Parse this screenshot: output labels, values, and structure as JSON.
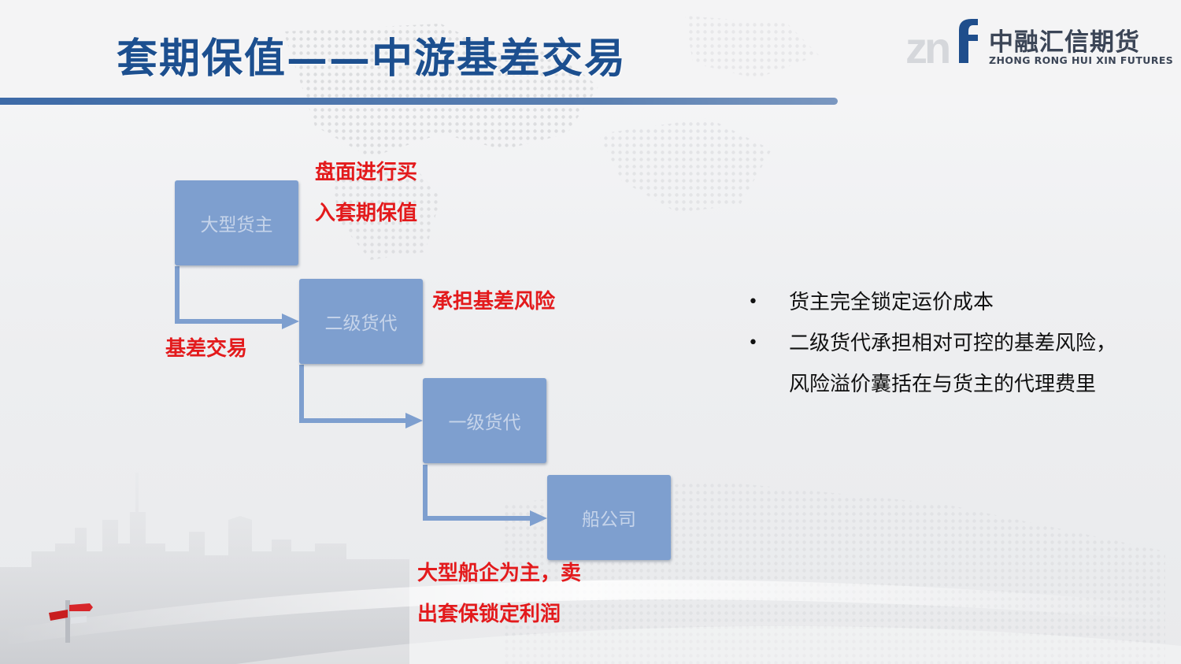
{
  "title": "套期保值——中游基差交易",
  "logo": {
    "name_cn": "中融汇信期货",
    "name_en": "ZHONG RONG HUI XIN FUTURES"
  },
  "flow": {
    "boxes": [
      "大型货主",
      "二级货代",
      "一级货代",
      "船公司"
    ],
    "notes": {
      "cargo_owner_line1": "盘面进行买",
      "cargo_owner_line2": "入套期保值",
      "basis_trade": "基差交易",
      "second_forwarder": "承担基差风险",
      "carrier_line1": "大型船企为主，卖",
      "carrier_line2": "出套保锁定利润"
    }
  },
  "bullets": [
    {
      "lines": [
        "货主完全锁定运价成本"
      ]
    },
    {
      "lines": [
        "二级货代承担相对可控的基差风险，",
        "风险溢价囊括在与货主的代理费里"
      ]
    }
  ],
  "bullet_symbol": "•",
  "colors": {
    "title": "#1c4f8f",
    "rule": "#3d6aa7",
    "box": "#7e9fcf",
    "box_text": "#c6d4ea",
    "note": "#e31a1c"
  }
}
